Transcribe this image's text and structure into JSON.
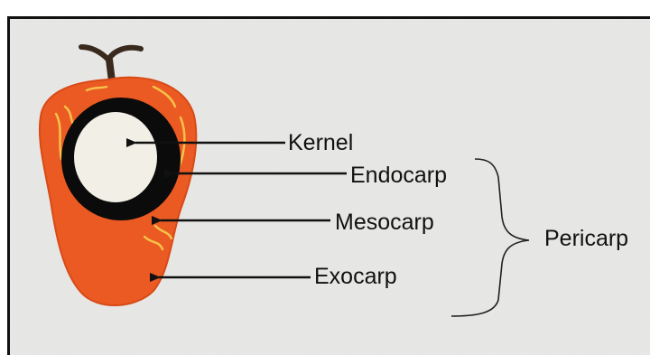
{
  "labels": {
    "kernel": "Kernel",
    "endocarp": "Endocarp",
    "mesocarp": "Mesocarp",
    "exocarp": "Exocarp",
    "pericarp": "Pericarp"
  },
  "colors": {
    "background": "#e9e9e7",
    "fruit_skin": "#ea5a22",
    "fruit_dark_edge": "#d84a17",
    "fibers": "#f6c14a",
    "endocarp_shell": "#0b0b0b",
    "kernel": "#f1efe6",
    "stem": "#3a2a1e",
    "arrow": "#111111"
  }
}
